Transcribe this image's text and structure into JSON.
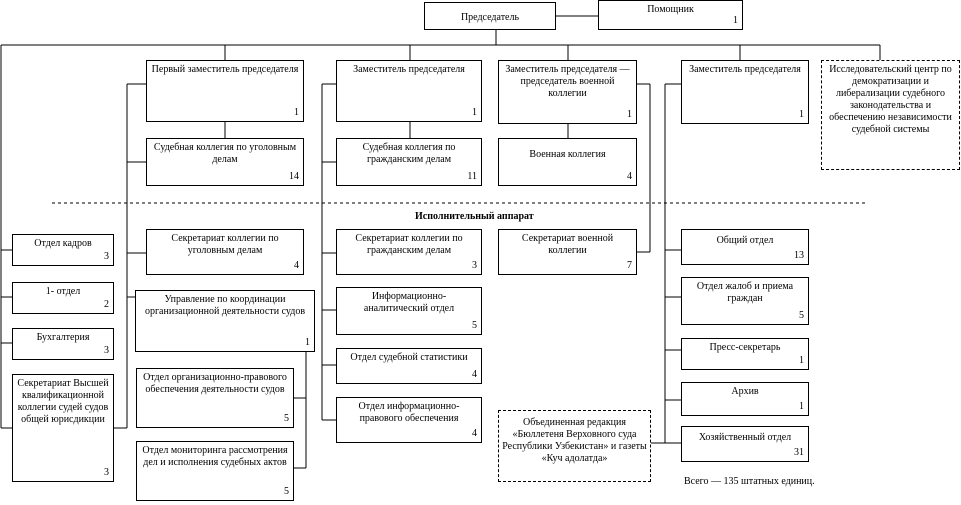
{
  "chairman": "Председатель",
  "assistant": {
    "label": "Помощник",
    "count": "1"
  },
  "first_deputy": {
    "label": "Первый заместитель председателя",
    "count": "1"
  },
  "deputy_civil": {
    "label": "Заместитель председателя",
    "count": "1"
  },
  "deputy_military": {
    "label": "Заместитель председателя — председатель военной коллегии",
    "count": "1"
  },
  "deputy_4": {
    "label": "Заместитель председателя",
    "count": "1"
  },
  "research_center": "Исследовательский центр по демократизации и либерализации судебного законодательства и обеспечению независимости судебной системы",
  "criminal_board": {
    "label": "Судебная коллегия по уголовным делам",
    "count": "14"
  },
  "civil_board": {
    "label": "Судебная коллегия по гражданским делам",
    "count": "11"
  },
  "military_board": {
    "label": "Военная коллегия",
    "count": "4"
  },
  "apparatus_title": "Исполнительный аппарат",
  "hr": {
    "label": "Отдел кадров",
    "count": "3"
  },
  "first_dept": {
    "label": "1- отдел",
    "count": "2"
  },
  "accounting": {
    "label": "Бухгалтерия",
    "count": "3"
  },
  "hqc_secretariat": {
    "label": "Секретариат Высшей квалификационной коллегии судей судов общей юрисдикции",
    "count": "3"
  },
  "criminal_secretariat": {
    "label": "Секретариат коллегии по уголовным делам",
    "count": "4"
  },
  "coordination": {
    "label": "Управление по координации организационной деятельности судов",
    "count": "1"
  },
  "org_legal": {
    "label": "Отдел организационно-правового обеспечения деятельности судов",
    "count": "5"
  },
  "monitoring": {
    "label": "Отдел мониторинга рассмотрения дел и исполнения судебных актов",
    "count": "5"
  },
  "civil_secretariat": {
    "label": "Секретариат коллегии по гражданским делам",
    "count": "3"
  },
  "info_analytic": {
    "label": "Информационно-аналитический отдел",
    "count": "5"
  },
  "statistics": {
    "label": "Отдел судебной статистики",
    "count": "4"
  },
  "info_legal": {
    "label": "Отдел информационно-правового обеспечения",
    "count": "4"
  },
  "military_secretariat": {
    "label": "Секретариат военной коллегии",
    "count": "7"
  },
  "editorial": "Объединенная редакция «Бюллетеня Верховного суда Республики Узбекистан» и газеты «Куч адолатда»",
  "general": {
    "label": "Общий отдел",
    "count": "13"
  },
  "complaints": {
    "label": "Отдел жалоб и приема граждан",
    "count": "5"
  },
  "press": {
    "label": "Пресс-секретарь",
    "count": "1"
  },
  "archive": {
    "label": "Архив",
    "count": "1"
  },
  "household": {
    "label": "Хозяйственный отдел",
    "count": "31"
  },
  "total": "Всего — 135 штатных единиц."
}
